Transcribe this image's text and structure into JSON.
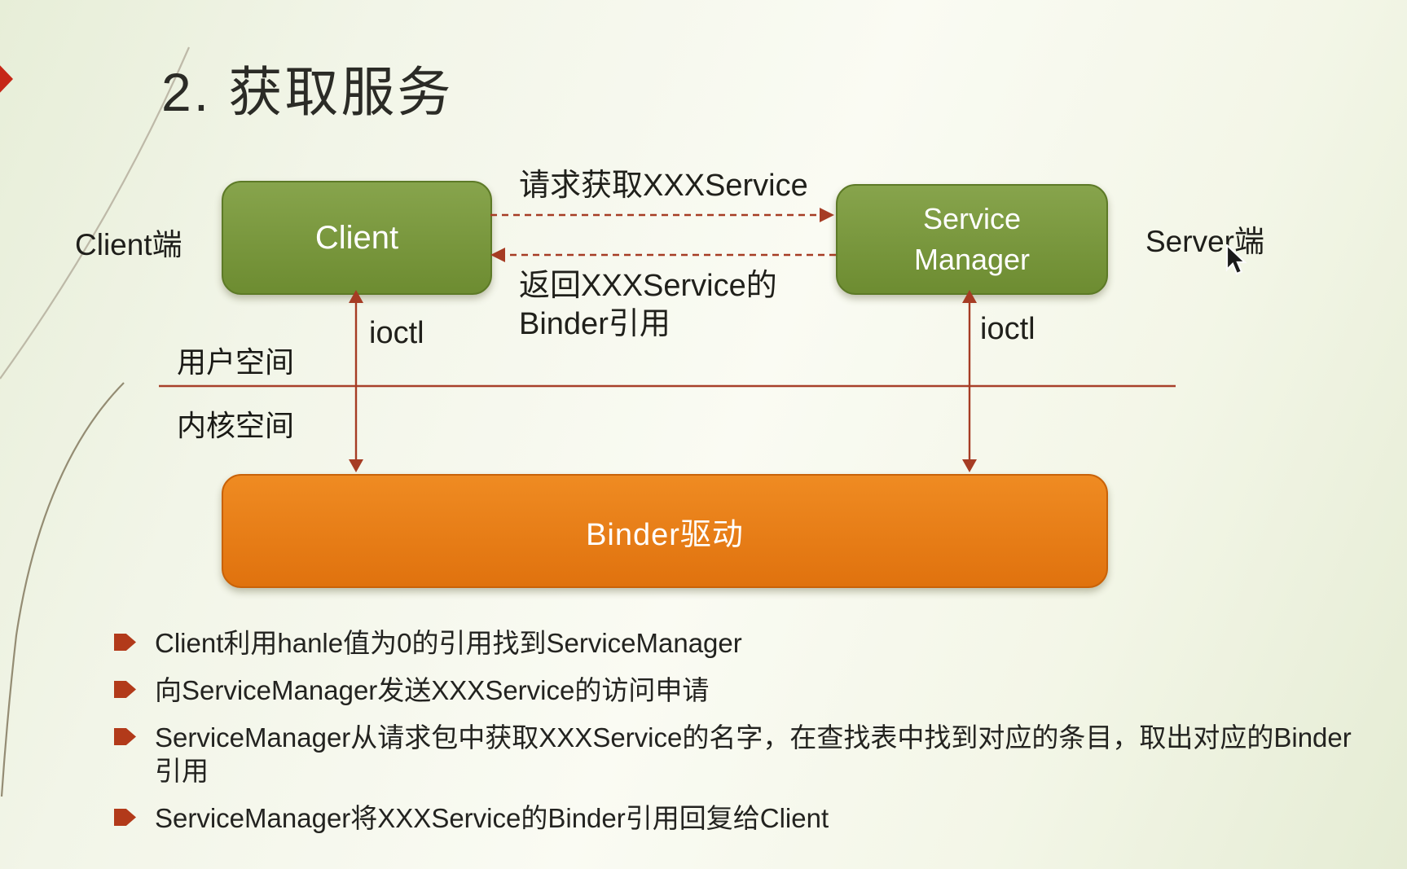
{
  "slide": {
    "title": "2. 获取服务",
    "diagram": {
      "client_box_label": "Client",
      "service_manager_line1": "Service",
      "service_manager_line2": "Manager",
      "binder_box_label": "Binder驱动",
      "client_side_label": "Client端",
      "server_side_label": "Server端",
      "request_arrow_label": "请求获取XXXService",
      "return_arrow_label_line1": "返回XXXService的",
      "return_arrow_label_line2": "Binder引用",
      "ioctl_left_label": "ioctl",
      "ioctl_right_label": "ioctl",
      "user_space_label": "用户空间",
      "kernel_space_label": "内核空间"
    },
    "bullets": [
      "Client利用hanle值为0的引用找到ServiceManager",
      "向ServiceManager发送XXXService的访问申请",
      "ServiceManager从请求包中获取XXXService的名字，在查找表中找到对应的条目，取出对应的Binder引用",
      "ServiceManager将XXXService的Binder引用回复给Client"
    ],
    "colors": {
      "background": "#f2f5e8",
      "box_green": "#7a9a3e",
      "box_green_border": "#5d7a27",
      "box_orange": "#e87d16",
      "box_orange_border": "#c96208",
      "arrow_red": "#a63c24",
      "bullet_marker_red": "#b23a1a",
      "accent_diamond_red": "#c62717",
      "text": "#26261f"
    }
  }
}
